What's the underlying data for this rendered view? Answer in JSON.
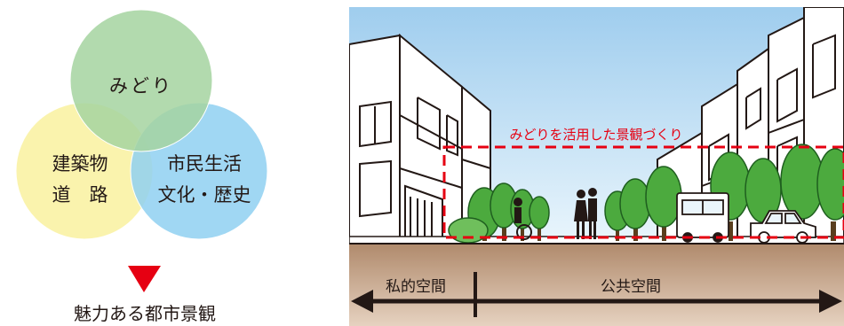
{
  "venn": {
    "green_label": "みどり",
    "yellow_line1": "建築物",
    "yellow_line2": "道　路",
    "blue_line1": "市民生活",
    "blue_line2": "文化・歴史",
    "result_label": "魅力ある都市景観",
    "colors": {
      "green": "#a9d5a0",
      "yellow": "#faf2a4",
      "blue": "#8fd0f1",
      "arrow": "#e60012"
    }
  },
  "street": {
    "caption": "みどりを活用した景観づくり",
    "private_label": "私的空間",
    "public_label": "公共空間",
    "colors": {
      "sky_top": "#a9d4f0",
      "ground": "#c9a88c",
      "tree": "#4caa3e",
      "dash": "#e60012"
    }
  }
}
